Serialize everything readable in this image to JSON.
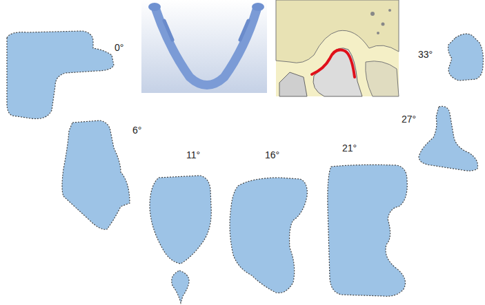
{
  "diagram": {
    "labels": [
      "0°",
      "6°",
      "11°",
      "16°",
      "21°",
      "27°",
      "33°"
    ]
  }
}
